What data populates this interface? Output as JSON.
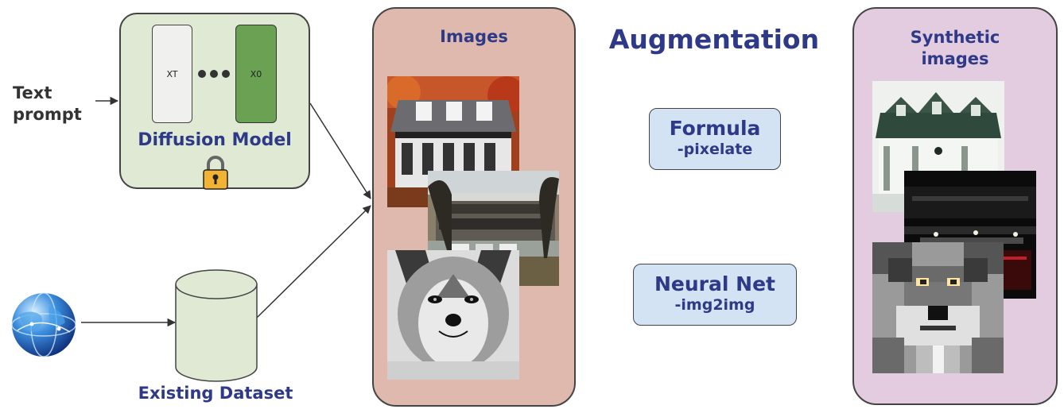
{
  "text_prompt": {
    "line1": "Text",
    "line2": "prompt"
  },
  "diffusion": {
    "label": "Diffusion Model",
    "xt_label": "XT",
    "x0_label": "X0",
    "lock_icon": "padlock-icon"
  },
  "dataset": {
    "label": "Existing Dataset",
    "globe_icon": "globe-icon"
  },
  "images_panel": {
    "title": "Images"
  },
  "augmentation": {
    "title": "Augmentation",
    "formula": {
      "title": "Formula",
      "subtitle": "-pixelate"
    },
    "neural_net": {
      "title": "Neural Net",
      "subtitle": "-img2img"
    }
  },
  "synthetic_panel": {
    "title_line1": "Synthetic",
    "title_line2": "images"
  },
  "colors": {
    "title_blue": "#2e3a87",
    "diffusion_bg": "#dfe9d4",
    "images_bg": "#dfb9ad",
    "synthetic_bg": "#e3cbe0",
    "aug_box_bg": "#d3e3f3",
    "x0_green": "#6aa152"
  }
}
